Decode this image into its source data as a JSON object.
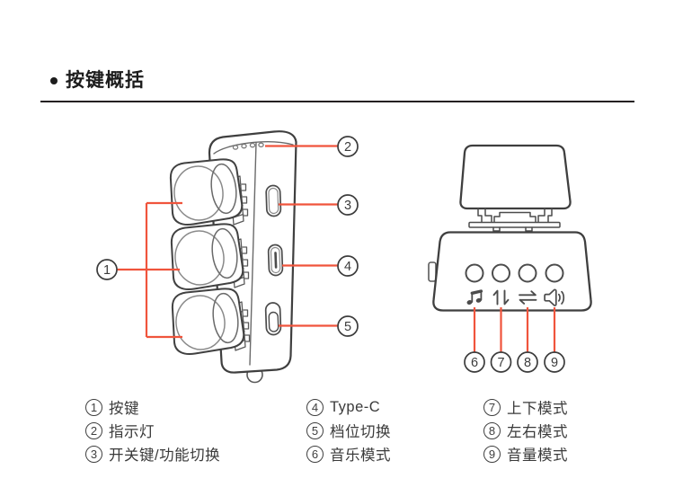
{
  "page": {
    "bullet": "•",
    "title": "按键概括"
  },
  "colors": {
    "callout_line": "#F0543C",
    "device_outline": "#3F3F3F",
    "detail_gray": "#8A8A8A",
    "text": "#3A3A3A",
    "rule": "#242021"
  },
  "callouts": {
    "left": [
      "1",
      "2",
      "3",
      "4",
      "5"
    ],
    "right": [
      "6",
      "7",
      "8",
      "9"
    ]
  },
  "icons": {
    "music_mode": "music-note-icon",
    "updown_mode": "up-down-arrows-icon",
    "leftright_mode": "swap-arrows-icon",
    "volume_mode": "speaker-icon"
  },
  "legend": {
    "columns": [
      {
        "items": [
          {
            "n": "1",
            "label": "按键"
          },
          {
            "n": "2",
            "label": "指示灯"
          },
          {
            "n": "3",
            "label": "开关键/功能切换"
          }
        ]
      },
      {
        "items": [
          {
            "n": "4",
            "label": "Type-C"
          },
          {
            "n": "5",
            "label": "档位切换"
          },
          {
            "n": "6",
            "label": "音乐模式"
          }
        ]
      },
      {
        "items": [
          {
            "n": "7",
            "label": "上下模式"
          },
          {
            "n": "8",
            "label": "左右模式"
          },
          {
            "n": "9",
            "label": "音量模式"
          }
        ]
      }
    ]
  }
}
